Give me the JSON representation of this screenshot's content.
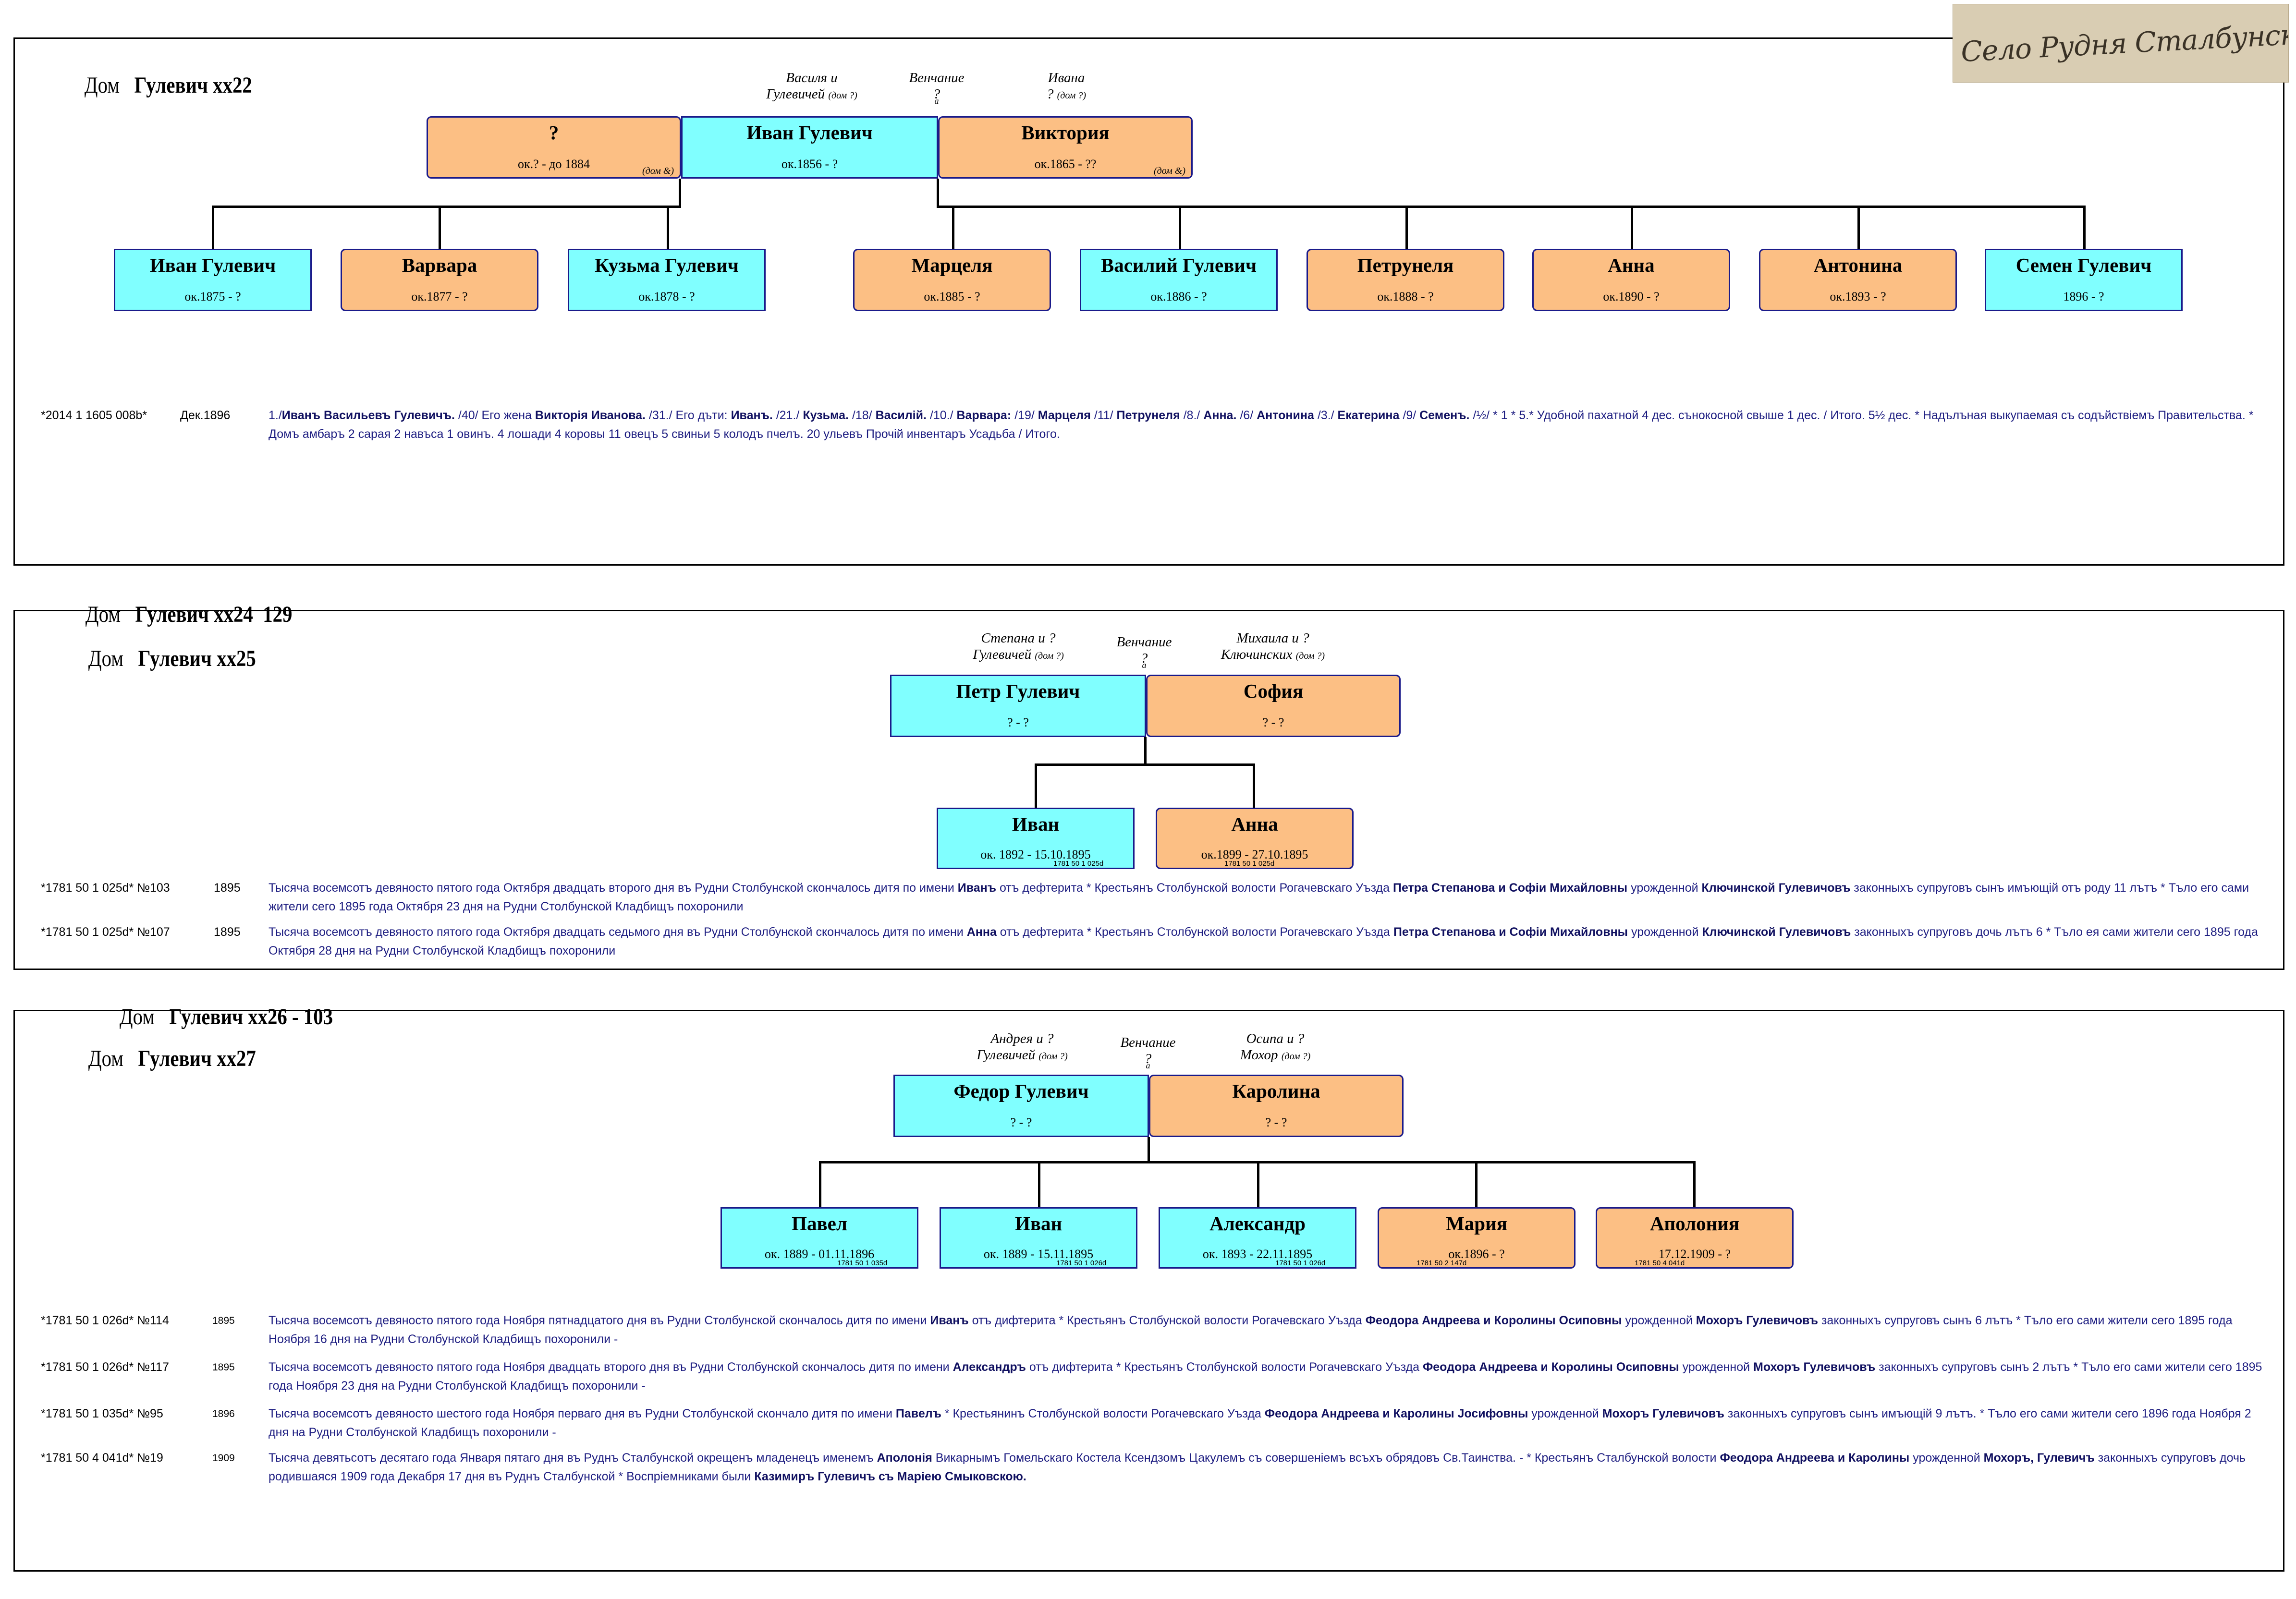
{
  "stamp": {
    "text": "Село Рудня Сталбунска"
  },
  "houses": {
    "h22": {
      "label": "Дом",
      "name": "Гулевич хх22"
    },
    "h24": {
      "label": "Дом",
      "name": "Гулевич хх24  129"
    },
    "h25": {
      "label": "Дом",
      "name": "Гулевич хх25"
    },
    "h26": {
      "label": "Дом",
      "name": "Гулевич хх26 - 103"
    },
    "h27": {
      "label": "Дом",
      "name": "Гулевич хх27"
    }
  },
  "s1": {
    "parents_left": {
      "l1": "Василя и",
      "l2": "Гулевичей",
      "l2s": "(дом ?)"
    },
    "wedding": {
      "title": "Венчание",
      "q": "?",
      "d": "a"
    },
    "parents_right": {
      "l1": "Ивана",
      "l2": "?",
      "l2s": "(дом ?)"
    },
    "wife1": {
      "name": "?",
      "dates": "ок.? - до 1884",
      "house": "(дом &)"
    },
    "husband": {
      "name": "Иван Гулевич",
      "dates": "ок.1856 - ?"
    },
    "wife2": {
      "name": "Виктория",
      "dates": "ок.1865 - ??",
      "house": "(дом &)"
    },
    "children": [
      {
        "name": "Иван Гулевич",
        "dates": "ок.1875 - ?"
      },
      {
        "name": "Варвара",
        "dates": "ок.1877 - ?"
      },
      {
        "name": "Кузьма Гулевич",
        "dates": "ок.1878 - ?"
      },
      {
        "name": "Марцеля",
        "dates": "ок.1885 - ?"
      },
      {
        "name": "Василий Гулевич",
        "dates": "ок.1886 - ?"
      },
      {
        "name": "Петрунеля",
        "dates": "ок.1888 - ?"
      },
      {
        "name": "Анна",
        "dates": "ок.1890 - ?"
      },
      {
        "name": "Антонина",
        "dates": "ок.1893 - ?"
      },
      {
        "name": "Семен Гулевич",
        "dates": "1896 - ?"
      }
    ],
    "record": {
      "id": "*2014 1 1605 008b*",
      "year": "Дек.1896",
      "p1": "1./",
      "b1": "Иванъ Васильевъ Гулевичъ.",
      "p2": " /40/ Его жена ",
      "b2": "Викторія Иванова.",
      "p3": " /31./ Его дъти: ",
      "b3": "Иванъ.",
      "p4": " /21./ ",
      "b4": "Кузьма.",
      "p5": " /18/ ",
      "b5": "Василій.",
      "p6": " /10./ ",
      "b6": "Варвара:",
      "p7": " /19/ ",
      "b7": "Марцеля",
      "p8": " /11/ ",
      "b8": "Петрунеля",
      "p9": " /8./ ",
      "b9": "Анна.",
      "p10": " /6/ ",
      "b10": "Антонина",
      "p11": " /3./ ",
      "b11": "Екатерина",
      "p12": " /9/ ",
      "b12": "Семенъ.",
      "p13": " /½/ * 1 * 5.* Удобной пахатной  4 дес. сънокосной свыше 1 дес. / Итого. 5½ дес. * Надълъная выкупаемая съ содъйствіемъ Правительства. * Домъ амбаръ 2 сарая 2 навъса 1 овинъ. 4 лошади 4 коровы 11 овецъ 5 свиньи 5 колодъ пчелъ. 20 ульевъ Прочій инвентаръ Усадьба / Итого."
    }
  },
  "s2": {
    "parents_left": {
      "l1": "Степана и ?",
      "l2": "Гулевичей",
      "l2s": "(дом ?)"
    },
    "wedding": {
      "title": "Венчание",
      "q": "?",
      "d": "a"
    },
    "parents_right": {
      "l1": "Михаила и ?",
      "l2": "Ключинских",
      "l2s": "(дом ?)"
    },
    "husband": {
      "name": "Петр Гулевич",
      "dates": "? - ?"
    },
    "wife": {
      "name": "София",
      "dates": "? - ?"
    },
    "children": [
      {
        "name": "Иван",
        "dates": "ок. 1892 - 15.10.1895",
        "ref": "1781 50 1 025d"
      },
      {
        "name": "Анна",
        "dates": "ок.1899 - 27.10.1895",
        "ref": "1781 50 1 025d"
      }
    ],
    "records": [
      {
        "id": "*1781 50 1 025d* №103",
        "year": "1895",
        "p1": "Тысяча восемсотъ девяносто пятого года Октября двадцать второго дня въ Рудни Столбунской скончалось дитя по имени ",
        "b1": "Иванъ",
        "p2": " отъ дефтерита * Крестьянъ Столбунской волости Рогачевскаго Уъзда ",
        "b2": "Петра Степанова и Софіи Михайловны",
        "p3": " урожденной ",
        "b3": "Ключинской Гулевичовъ",
        "p4": " законныхъ супруговъ сынъ имъющій отъ роду 11 лътъ * Тъло его сами жители сего 1895 года Октября 23 дня на Рудни Столбунской Кладбищъ похоронили"
      },
      {
        "id": "*1781 50 1 025d* №107",
        "year": "1895",
        "p1": "Тысяча восемсотъ девяносто пятого года Октября двадцать седьмого дня въ Рудни Столбунской скончалось дитя по имени ",
        "b1": "Анна",
        "p2": " отъ дефтерита * Крестьянъ Столбунской волости Рогачевскаго Уъзда ",
        "b2": "Петра Степанова и Софіи Михайловны",
        "p3": " урожденной ",
        "b3": "Ключинской Гулевичовъ",
        "p4": " законныхъ супруговъ дочь лътъ 6 * Тъло ея сами жители сего 1895 года Октября 28 дня на Рудни Столбунской Кладбищъ похоронили"
      }
    ]
  },
  "s3": {
    "parents_left": {
      "l1": "Андрея и ?",
      "l2": "Гулевичей",
      "l2s": "(дом ?)"
    },
    "wedding": {
      "title": "Венчание",
      "q": "?",
      "d": "a"
    },
    "parents_right": {
      "l1": "Осипа и ?",
      "l2": "Мохор",
      "l2s": "(дом ?)"
    },
    "husband": {
      "name": "Федор Гулевич",
      "dates": "? - ?"
    },
    "wife": {
      "name": "Каролина",
      "dates": "? - ?"
    },
    "children": [
      {
        "name": "Павел",
        "dates": "ок. 1889 - 01.11.1896",
        "ref": "1781 50 1 035d"
      },
      {
        "name": "Иван",
        "dates": "ок. 1889 - 15.11.1895",
        "ref": "1781 50 1 026d"
      },
      {
        "name": "Александр",
        "dates": "ок. 1893 - 22.11.1895",
        "ref": "1781 50 1 026d"
      },
      {
        "name": "Мария",
        "dates": "ок.1896 - ?",
        "ref": "1781 50 2 147d"
      },
      {
        "name": "Аполония",
        "dates": "17.12.1909 - ?",
        "ref": "1781 50 4 041d"
      }
    ],
    "records": [
      {
        "id": "*1781 50 1 026d* №114",
        "year": "1895",
        "p1": "Тысяча восемсотъ девяносто пятого года Ноября пятнадцатого дня въ Рудни Столбунской скончалось дитя по имени ",
        "b1": "Иванъ",
        "p2": " отъ дифтерита * Крестьянъ Столбунской волости Рогачевскаго Уъзда ",
        "b2": "Феодора Андреева и Королины Осиповны",
        "p3": " урожденной ",
        "b3": "Мохоръ Гулевичовъ",
        "p4": " законныхъ супруговъ сынъ 6 лътъ * Тъло его сами жители сего 1895 года Ноября 16 дня на Рудни Столбунской Кладбищъ похоронили -"
      },
      {
        "id": "*1781 50 1 026d* №117",
        "year": "1895",
        "p1": "Тысяча восемсотъ девяносто пятого года Ноября двадцать второго дня въ Рудни Столбунской скончалось дитя по имени ",
        "b1": "Александръ",
        "p2": " отъ дифтерита * Крестьянъ Столбунской волости Рогачевскаго Уъзда ",
        "b2": "Феодора Андреева и Королины Осиповны",
        "p3": " урожденной ",
        "b3": "Мохоръ Гулевичовъ",
        "p4": " законныхъ супруговъ сынъ 2 лътъ * Тъло его сами жители сего 1895 года Ноября 23 дня на Рудни Столбунской Кладбищъ похоронили -"
      },
      {
        "id": "*1781 50 1 035d* №95",
        "year": "1896",
        "p1": "Тысяча восемсотъ девяносто шестого года Ноября перваго дня въ Рудни Столбунской скончало дитя по имени ",
        "b1": "Павелъ",
        "p2": " * Крестьянинъ Столбунской волости Рогачевскаго Уъзда ",
        "b2": "Феодора Андреева и Каролины Јосифовны",
        "p3": " урожденной ",
        "b3": "Мохоръ Гулевичовъ",
        "p4": " законныхъ супруговъ сынъ имъющій 9 лътъ. * Тъло его сами жители сего 1896 года Ноября 2 дня на Рудни Столбунской Кладбищъ похоронили -"
      },
      {
        "id": "*1781 50 4 041d* №19",
        "year": "1909",
        "p1": "Тысяча девятьсотъ десятаго года Января пятаго дня въ Руднъ Сталбунской окрещенъ младенецъ именемъ ",
        "b1": "Аполонія",
        "p2": " Викарнымъ Гомельскаго Костела Ксендзомъ Цакулемъ съ совершеніемъ всъхъ обрядовъ Св.Таинства. - * Крестьянъ Сталбунской волости ",
        "b2": "Феодора Андреева и Каролины",
        "p3": " урожденной ",
        "b3": "Мохоръ, Гулевичъ",
        "p4": " законныхъ супруговъ дочь родившаяся 1909 года Декабря 17 дня въ Руднъ Сталбунской * Воспріемниками были ",
        "b4": "Казимиръ Гулевичъ съ Маріею Смыковскою."
      }
    ]
  }
}
